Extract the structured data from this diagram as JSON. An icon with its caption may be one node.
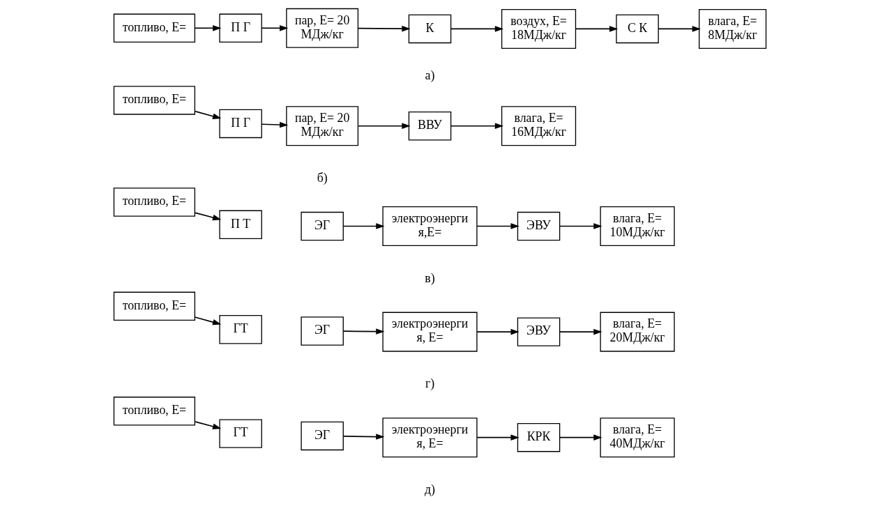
{
  "diagram": {
    "nodes": [
      {
        "text": [
          "топливо, E="
        ]
      },
      {
        "text": [
          "П Г"
        ]
      },
      {
        "text": [
          "пар, E= 20 МДж/кг"
        ]
      },
      {
        "text": [
          "К"
        ]
      },
      {
        "text": [
          "воздух, E= 18МДж/кг"
        ]
      },
      {
        "text": [
          "С К"
        ]
      },
      {
        "text": [
          "влага, E= 8МДж/кг"
        ]
      },
      {
        "text": [
          "топливо, E="
        ]
      },
      {
        "text": [
          "П Г"
        ]
      },
      {
        "text": [
          "пар, E= 20 МДж/кг"
        ]
      },
      {
        "text": [
          "ВВУ"
        ]
      },
      {
        "text": [
          "влага, E= 16МДж/кг"
        ]
      },
      {
        "text": [
          "топливо, E="
        ]
      },
      {
        "text": [
          "П Т"
        ]
      },
      {
        "text": [
          "ЭГ"
        ]
      },
      {
        "text": [
          "электроэнерги я,E="
        ]
      },
      {
        "text": [
          "ЭВУ"
        ]
      },
      {
        "text": [
          "влага, E= 10МДж/кг"
        ]
      },
      {
        "text": [
          "топливо, E="
        ]
      },
      {
        "text": [
          "ГТ"
        ]
      },
      {
        "text": [
          "ЭГ"
        ]
      },
      {
        "text": [
          "электроэнерги я, E="
        ]
      },
      {
        "text": [
          "ЭВУ"
        ]
      },
      {
        "text": [
          "влага, E= 20МДж/кг"
        ]
      },
      {
        "text": [
          "топливо, E="
        ]
      },
      {
        "text": [
          "ГТ"
        ]
      },
      {
        "text": [
          "ЭГ"
        ]
      },
      {
        "text": [
          "электроэнерги я, E="
        ]
      },
      {
        "text": [
          "КРК"
        ]
      },
      {
        "text": [
          "влага, E= 40МДж/кг"
        ]
      }
    ],
    "edges": [
      {
        "from": 0,
        "to": 1,
        "arrow": "to"
      },
      {
        "from": 1,
        "to": 2,
        "arrow": "to"
      },
      {
        "from": 2,
        "to": 3,
        "arrow": "to"
      },
      {
        "from": 3,
        "to": 4,
        "arrow": "to"
      },
      {
        "from": 4,
        "to": 5,
        "arrow": "to"
      },
      {
        "from": 5,
        "to": 6,
        "arrow": "to"
      },
      {
        "from": 7,
        "to": 8,
        "arrow": "to"
      },
      {
        "from": 8,
        "to": 9,
        "arrow": "to"
      },
      {
        "from": 9,
        "to": 10,
        "arrow": "to"
      },
      {
        "from": 10,
        "to": 11,
        "arrow": "to"
      },
      {
        "from": 12,
        "to": 13,
        "arrow": "to"
      },
      {
        "from": 14,
        "to": 15,
        "arrow": "to"
      },
      {
        "from": 15,
        "to": 16,
        "arrow": "to"
      },
      {
        "from": 16,
        "to": 17,
        "arrow": "to"
      },
      {
        "from": 18,
        "to": 19,
        "arrow": "to"
      },
      {
        "from": 20,
        "to": 21,
        "arrow": "to"
      },
      {
        "from": 21,
        "to": 22,
        "arrow": "to"
      },
      {
        "from": 22,
        "to": 23,
        "arrow": "to"
      },
      {
        "from": 24,
        "to": 25,
        "arrow": "to"
      },
      {
        "from": 26,
        "to": 27,
        "arrow": "to"
      },
      {
        "from": 27,
        "to": 28,
        "arrow": "to"
      },
      {
        "from": 28,
        "to": 29,
        "arrow": "to"
      }
    ],
    "labels": [
      "а)",
      "б)",
      "в)",
      "г)",
      "д)"
    ]
  }
}
